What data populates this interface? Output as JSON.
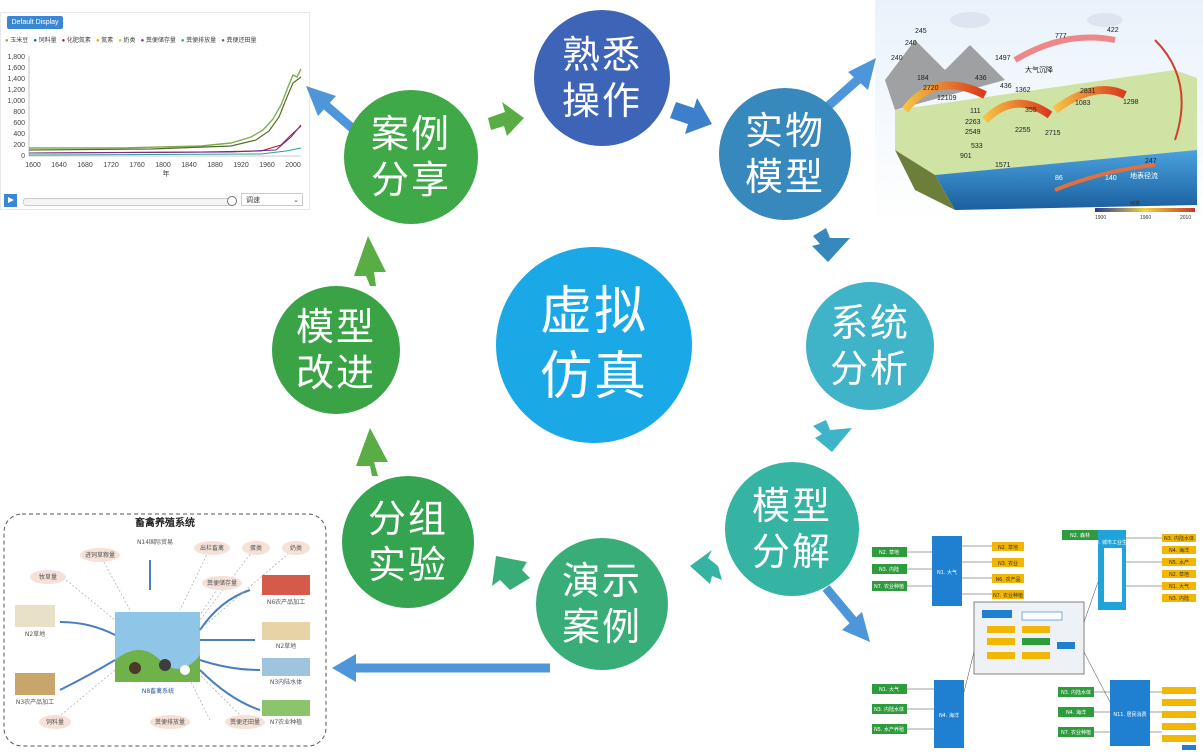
{
  "cycle": {
    "center": "虚拟\n仿真",
    "steps": [
      "熟悉\n操作",
      "实物\n模型",
      "系统\n分析",
      "模型\n分解",
      "演示\n案例",
      "分组\n实验",
      "模型\n改进",
      "案例\n分享"
    ]
  },
  "colors": {
    "center": "#1aa9e6",
    "familiarize": "#3e64b7",
    "physical_model": "#3688bd",
    "system_analysis": "#3fb3c8",
    "decompose": "#35b4a3",
    "demo": "#39ad78",
    "group_experiment": "#34a451",
    "improve": "#3aa346",
    "share": "#3fa847",
    "arrow_green": "#5aac44",
    "arrow_blue": "#3c7fcc",
    "arrow_lightblue": "#4d96d9"
  },
  "chart_panel": {
    "button": "Default Display",
    "legend": [
      "玉米豆",
      "饲料量",
      "化肥氮素",
      "氮素",
      "奶类",
      "粪便储存量",
      "粪便排放量",
      "粪便还田量"
    ],
    "yticks": [
      "1,800",
      "1,600",
      "1,400",
      "1,200",
      "1,000",
      "800",
      "600",
      "400",
      "200",
      "0"
    ],
    "xticks": [
      "1600",
      "1640",
      "1680",
      "1720",
      "1760",
      "1800",
      "1840",
      "1880",
      "1920",
      "1960",
      "2000"
    ],
    "xlabel": "年",
    "speed": "调速"
  },
  "landscape_panel": {
    "numbers": [
      "245",
      "240",
      "240",
      "777",
      "422",
      "1497",
      "大气沉降",
      "184",
      "2720",
      "436",
      "436",
      "2831",
      "12109",
      "1362",
      "1083",
      "1298",
      "111",
      "2263",
      "355",
      "2549",
      "2255",
      "2715",
      "533",
      "901",
      "1571",
      "247",
      "86",
      "140",
      "地表径流"
    ],
    "legend_title": "储量",
    "legend_ticks": [
      "1900",
      "1960",
      "2010"
    ]
  },
  "livestock_panel": {
    "title": "畜禽养殖系统",
    "top_node": "N14国际贸易",
    "center_label": "N8畜禽系统",
    "nodes_left": [
      "N2草地",
      "N3农产品加工"
    ],
    "nodes_right": [
      "N6农产品加工",
      "N2草地",
      "N3内陆水体",
      "N7农业种植"
    ],
    "bubbles": [
      "牧草量",
      "进饲草粮量",
      "出栏畜禽",
      "蛋类",
      "奶类",
      "粪便储存量",
      "饲料量",
      "粪便排放量",
      "粪便还田量"
    ]
  },
  "flow_panel": {
    "left_nodes": [
      "N2. 草地",
      "N3. 内陆",
      "N7. 农业种植",
      "N1. 大气",
      "N3. 内陆水体",
      "N5. 水产养殖"
    ],
    "center_nodes": [
      "N1. 大气",
      "N4. 海洋"
    ],
    "right_nodes": [
      "N2. 森林",
      "N3. 内陆水体",
      "N4. 海洋",
      "N7. 农业种植",
      "N9. 城市工业生产",
      "N11. 居民消费"
    ],
    "yellow_nodes": [
      "N2. 草地",
      "N3. 农业",
      "N6. 农产品",
      "N7. 农业种植",
      "N3. 内陆水体",
      "N4. 海洋",
      "N5. 水产",
      "N2. 草地",
      "N1. 大气",
      "N3. 内陆"
    ]
  }
}
